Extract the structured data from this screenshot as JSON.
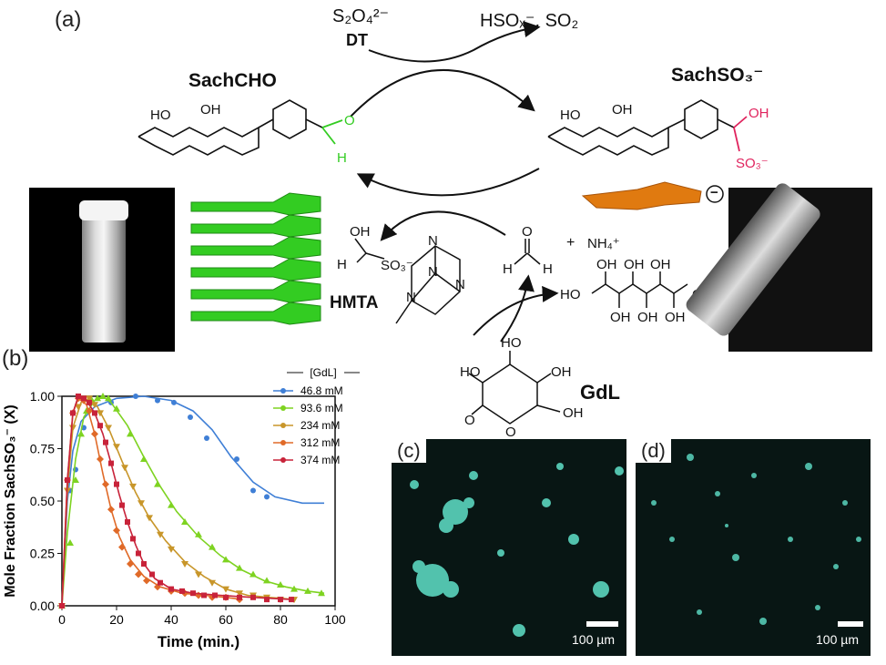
{
  "panels": {
    "a": "(a)",
    "b": "(b)",
    "c": "(c)",
    "d": "(d)"
  },
  "scheme": {
    "dithionite_formula": "S₂O₄²⁻",
    "dithionite_abbr": "DT",
    "byproducts": "HSOₓ⁻, SO₂",
    "sachcho": "SachCHO",
    "sachso3": "SachSO₃⁻",
    "hmta": "HMTA",
    "gdl": "GdL",
    "nh4": "NH₄⁺",
    "plus": "+",
    "ho": "HO",
    "oh": "OH",
    "h": "H",
    "o": "O",
    "so3": "SO₃⁻",
    "n": "N",
    "minus_badge": "−"
  },
  "colors": {
    "aldehyde": "#33cc22",
    "sulfonate": "#e0245e",
    "fiber": "#33cc22",
    "orange_blob": "#e07a10",
    "fluorescence": "#5fe0c8"
  },
  "chart_data": {
    "type": "line",
    "xlabel": "Time (min.)",
    "ylabel": "Mole Fraction SachSO₃⁻ (X)",
    "xlim": [
      0,
      100
    ],
    "ylim": [
      0,
      1.0
    ],
    "xticks": [
      "0",
      "20",
      "40",
      "60",
      "80",
      "100"
    ],
    "yticks": [
      "0.00",
      "0.25",
      "0.50",
      "0.75",
      "1.00"
    ],
    "legend_title": "[GdL]",
    "legend_position": "top-right",
    "series": [
      {
        "name": "46.8 mM",
        "color": "#3f7fd6",
        "marker": "circle",
        "points": [
          [
            0,
            0
          ],
          [
            3,
            0.55
          ],
          [
            5,
            0.65
          ],
          [
            8,
            0.85
          ],
          [
            12,
            0.92
          ],
          [
            18,
            0.97
          ],
          [
            27,
            1.0
          ],
          [
            35,
            0.98
          ],
          [
            41,
            0.97
          ],
          [
            47,
            0.9
          ],
          [
            53,
            0.8
          ],
          [
            64,
            0.7
          ],
          [
            70,
            0.55
          ],
          [
            75,
            0.52
          ]
        ],
        "fit": [
          [
            0,
            0
          ],
          [
            2,
            0.5
          ],
          [
            4,
            0.74
          ],
          [
            7,
            0.88
          ],
          [
            12,
            0.95
          ],
          [
            20,
            0.99
          ],
          [
            30,
            1.0
          ],
          [
            40,
            0.98
          ],
          [
            48,
            0.93
          ],
          [
            55,
            0.84
          ],
          [
            62,
            0.71
          ],
          [
            70,
            0.59
          ],
          [
            78,
            0.52
          ],
          [
            88,
            0.49
          ],
          [
            96,
            0.49
          ]
        ]
      },
      {
        "name": "93.6 mM",
        "color": "#7ed321",
        "marker": "triangle-up",
        "points": [
          [
            0,
            0
          ],
          [
            3,
            0.3
          ],
          [
            5,
            0.6
          ],
          [
            7,
            0.82
          ],
          [
            9,
            0.93
          ],
          [
            11,
            0.98
          ],
          [
            13,
            0.99
          ],
          [
            15,
            1.0
          ],
          [
            17,
            0.99
          ],
          [
            20,
            0.94
          ],
          [
            25,
            0.82
          ],
          [
            30,
            0.7
          ],
          [
            35,
            0.58
          ],
          [
            40,
            0.48
          ],
          [
            45,
            0.4
          ],
          [
            50,
            0.34
          ],
          [
            55,
            0.28
          ],
          [
            60,
            0.22
          ],
          [
            65,
            0.18
          ],
          [
            70,
            0.15
          ],
          [
            75,
            0.12
          ],
          [
            80,
            0.1
          ],
          [
            85,
            0.08
          ],
          [
            90,
            0.07
          ],
          [
            95,
            0.06
          ]
        ],
        "fit": [
          [
            0,
            0
          ],
          [
            2,
            0.35
          ],
          [
            5,
            0.7
          ],
          [
            8,
            0.9
          ],
          [
            12,
            0.98
          ],
          [
            15,
            1.0
          ],
          [
            18,
            0.97
          ],
          [
            24,
            0.86
          ],
          [
            30,
            0.71
          ],
          [
            36,
            0.57
          ],
          [
            42,
            0.45
          ],
          [
            50,
            0.33
          ],
          [
            58,
            0.24
          ],
          [
            66,
            0.17
          ],
          [
            74,
            0.12
          ],
          [
            82,
            0.09
          ],
          [
            90,
            0.07
          ],
          [
            96,
            0.06
          ]
        ]
      },
      {
        "name": "234 mM",
        "color": "#c8962a",
        "marker": "triangle-down",
        "points": [
          [
            0,
            0
          ],
          [
            2,
            0.55
          ],
          [
            4,
            0.85
          ],
          [
            6,
            0.95
          ],
          [
            8,
            0.99
          ],
          [
            10,
            0.99
          ],
          [
            12,
            0.96
          ],
          [
            14,
            0.92
          ],
          [
            17,
            0.85
          ],
          [
            20,
            0.76
          ],
          [
            23,
            0.66
          ],
          [
            26,
            0.57
          ],
          [
            29,
            0.49
          ],
          [
            32,
            0.42
          ],
          [
            36,
            0.34
          ],
          [
            40,
            0.27
          ],
          [
            45,
            0.2
          ],
          [
            50,
            0.15
          ],
          [
            55,
            0.11
          ],
          [
            60,
            0.08
          ],
          [
            65,
            0.06
          ],
          [
            70,
            0.05
          ],
          [
            75,
            0.04
          ],
          [
            80,
            0.03
          ],
          [
            85,
            0.03
          ]
        ],
        "fit": [
          [
            0,
            0
          ],
          [
            2,
            0.55
          ],
          [
            4,
            0.85
          ],
          [
            7,
            0.97
          ],
          [
            10,
            0.99
          ],
          [
            13,
            0.95
          ],
          [
            17,
            0.85
          ],
          [
            22,
            0.69
          ],
          [
            27,
            0.54
          ],
          [
            32,
            0.42
          ],
          [
            38,
            0.31
          ],
          [
            45,
            0.21
          ],
          [
            52,
            0.14
          ],
          [
            60,
            0.08
          ],
          [
            68,
            0.05
          ],
          [
            76,
            0.04
          ],
          [
            85,
            0.03
          ]
        ]
      },
      {
        "name": "312 mM",
        "color": "#e06a28",
        "marker": "diamond",
        "points": [
          [
            0,
            0
          ],
          [
            2,
            0.6
          ],
          [
            4,
            0.92
          ],
          [
            6,
            0.99
          ],
          [
            8,
            0.98
          ],
          [
            10,
            0.93
          ],
          [
            12,
            0.82
          ],
          [
            14,
            0.7
          ],
          [
            16,
            0.58
          ],
          [
            18,
            0.46
          ],
          [
            20,
            0.36
          ],
          [
            22,
            0.28
          ],
          [
            25,
            0.2
          ],
          [
            28,
            0.15
          ],
          [
            31,
            0.12
          ],
          [
            35,
            0.09
          ],
          [
            40,
            0.07
          ],
          [
            45,
            0.06
          ],
          [
            50,
            0.05
          ],
          [
            55,
            0.04
          ],
          [
            60,
            0.04
          ],
          [
            65,
            0.03
          ]
        ],
        "fit": [
          [
            0,
            0
          ],
          [
            2,
            0.6
          ],
          [
            4,
            0.92
          ],
          [
            6,
            0.99
          ],
          [
            9,
            0.96
          ],
          [
            12,
            0.82
          ],
          [
            15,
            0.63
          ],
          [
            18,
            0.46
          ],
          [
            21,
            0.33
          ],
          [
            25,
            0.22
          ],
          [
            30,
            0.14
          ],
          [
            36,
            0.09
          ],
          [
            44,
            0.06
          ],
          [
            52,
            0.05
          ],
          [
            60,
            0.04
          ],
          [
            66,
            0.03
          ]
        ]
      },
      {
        "name": "374 mM",
        "color": "#c8233a",
        "marker": "square",
        "points": [
          [
            0,
            0
          ],
          [
            2,
            0.6
          ],
          [
            4,
            0.92
          ],
          [
            6,
            1.0
          ],
          [
            8,
            0.99
          ],
          [
            10,
            0.97
          ],
          [
            12,
            0.92
          ],
          [
            14,
            0.86
          ],
          [
            16,
            0.78
          ],
          [
            18,
            0.68
          ],
          [
            20,
            0.58
          ],
          [
            22,
            0.48
          ],
          [
            24,
            0.4
          ],
          [
            26,
            0.32
          ],
          [
            28,
            0.25
          ],
          [
            30,
            0.2
          ],
          [
            33,
            0.15
          ],
          [
            36,
            0.11
          ],
          [
            40,
            0.08
          ],
          [
            44,
            0.07
          ],
          [
            48,
            0.06
          ],
          [
            52,
            0.05
          ],
          [
            56,
            0.05
          ],
          [
            60,
            0.04
          ],
          [
            65,
            0.04
          ],
          [
            70,
            0.04
          ],
          [
            75,
            0.03
          ],
          [
            80,
            0.03
          ],
          [
            84,
            0.03
          ]
        ],
        "fit": [
          [
            0,
            0
          ],
          [
            2,
            0.6
          ],
          [
            4,
            0.92
          ],
          [
            6,
            1.0
          ],
          [
            9,
            0.98
          ],
          [
            12,
            0.92
          ],
          [
            15,
            0.82
          ],
          [
            18,
            0.68
          ],
          [
            21,
            0.53
          ],
          [
            24,
            0.4
          ],
          [
            27,
            0.29
          ],
          [
            30,
            0.2
          ],
          [
            34,
            0.13
          ],
          [
            40,
            0.08
          ],
          [
            48,
            0.06
          ],
          [
            58,
            0.05
          ],
          [
            70,
            0.04
          ],
          [
            84,
            0.03
          ]
        ]
      }
    ]
  },
  "micrographs": {
    "c_scale": "100 µm",
    "d_scale": "100 µm"
  }
}
